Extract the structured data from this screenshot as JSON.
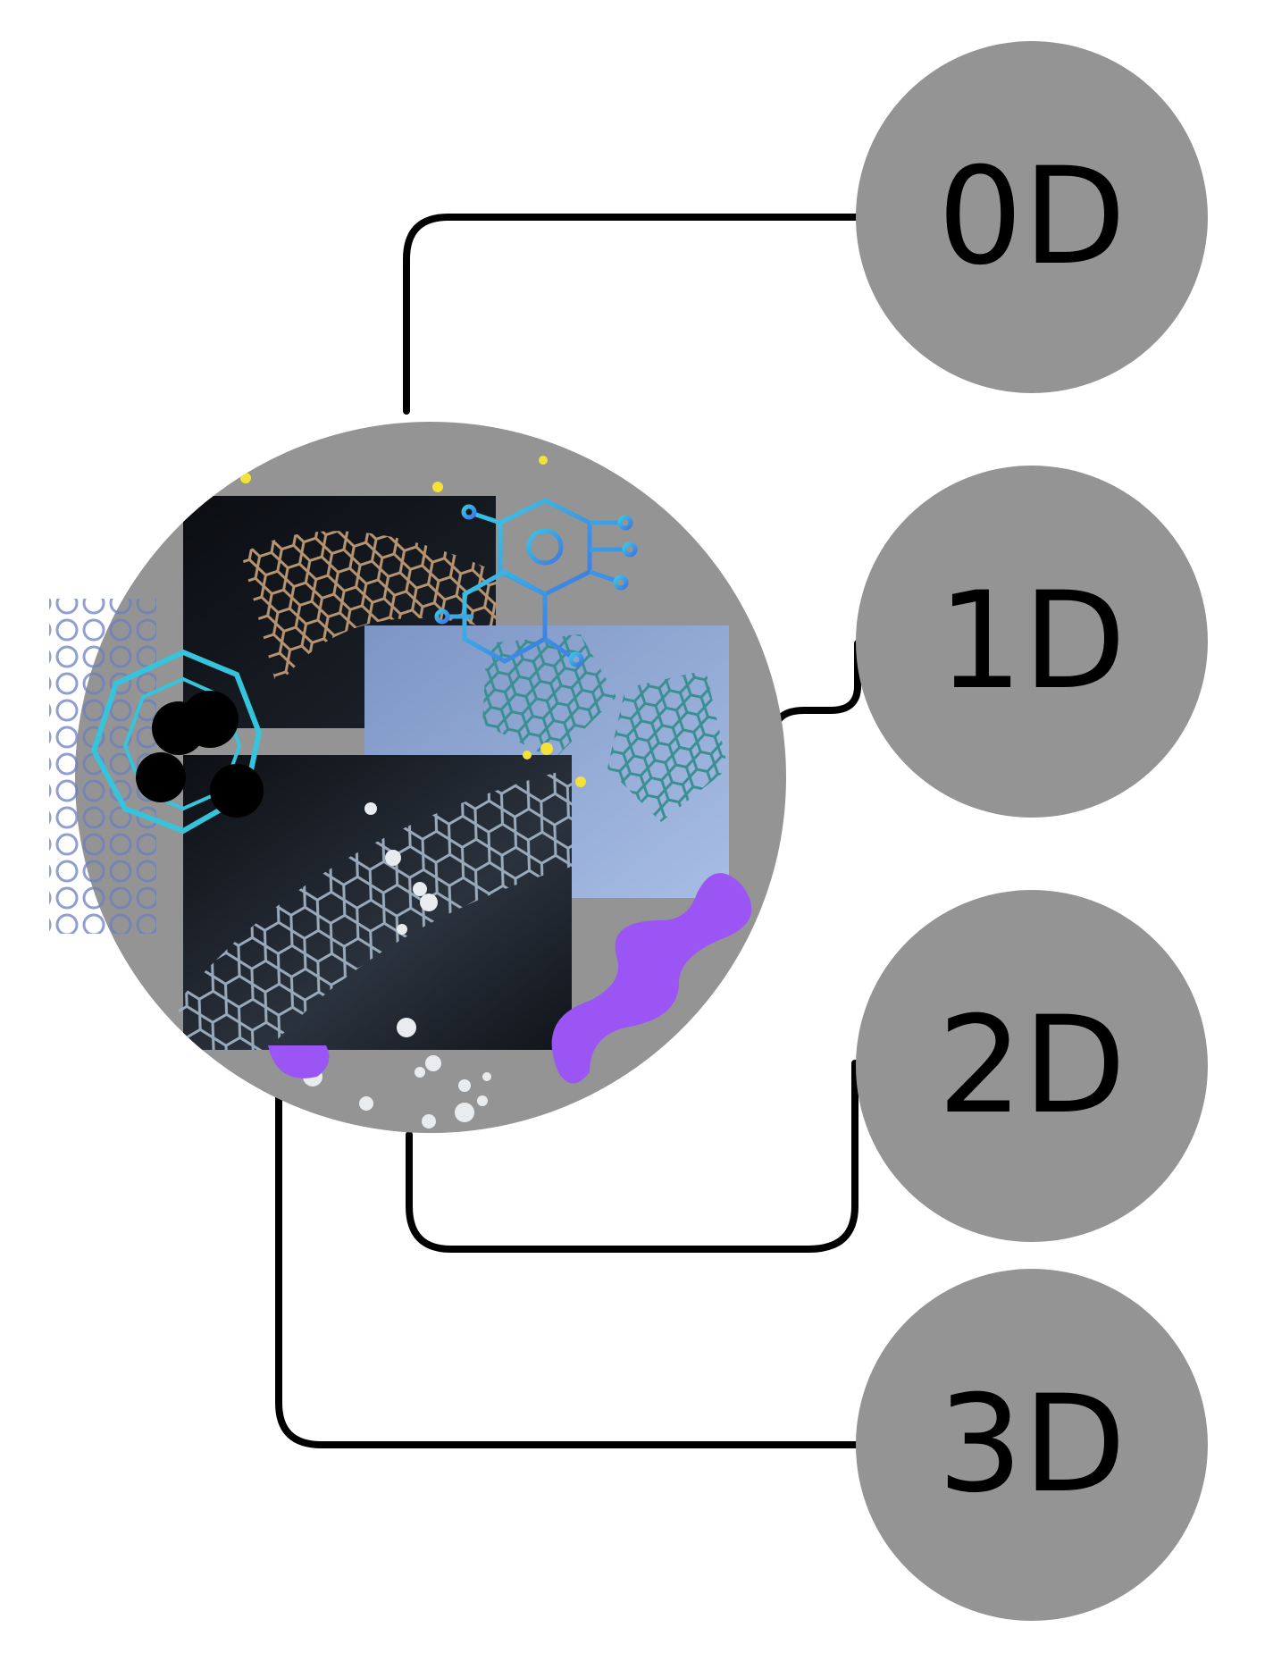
{
  "diagram": {
    "nodes": [
      {
        "id": "0d",
        "label": "0D"
      },
      {
        "id": "1d",
        "label": "1D"
      },
      {
        "id": "2d",
        "label": "2D"
      },
      {
        "id": "3d",
        "label": "3D"
      }
    ]
  },
  "colors": {
    "node_fill": "#949494",
    "connector": "#000000",
    "hub_fill": "#949494",
    "accent_purple": "#9b55f5",
    "accent_cyan": "#35c4dc",
    "accent_blue": "#3f8de0",
    "accent_yellow": "#f4e23a"
  },
  "icons": {
    "hub": "nanomaterial-collage-image",
    "fullerene": "fullerene-icon",
    "circuit": "circuit-hexagon-icon"
  }
}
